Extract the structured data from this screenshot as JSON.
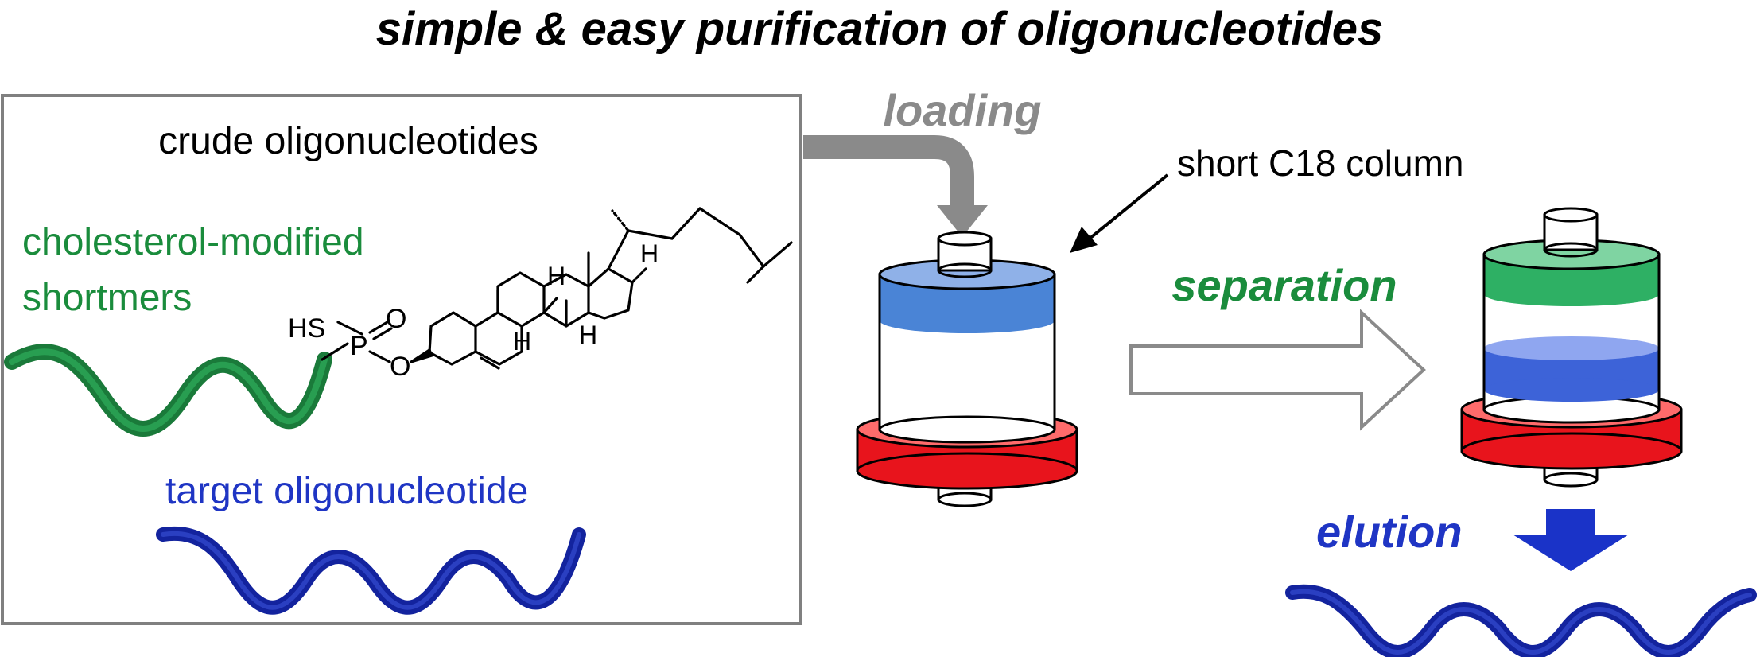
{
  "title": "simple & easy purification of oligonucleotides",
  "crude_box": {
    "heading": "crude oligonucleotides",
    "shortmers_line1": "cholesterol-modified",
    "shortmers_line2": "shortmers",
    "target_label": "target oligonucleotide"
  },
  "molecule": {
    "hs": "HS",
    "p": "P",
    "o_double": "O",
    "o_ester": "O",
    "h1": "H",
    "h2": "H",
    "h3": "H",
    "h4": "H"
  },
  "steps": {
    "loading": "loading",
    "column_label": "short C18 column",
    "separation": "separation",
    "elution": "elution"
  },
  "colors": {
    "green": "#1a8c3c",
    "blue": "#1f35c4",
    "gray_arrow": "#8a8a8a",
    "red_frit": "#e8141c"
  }
}
